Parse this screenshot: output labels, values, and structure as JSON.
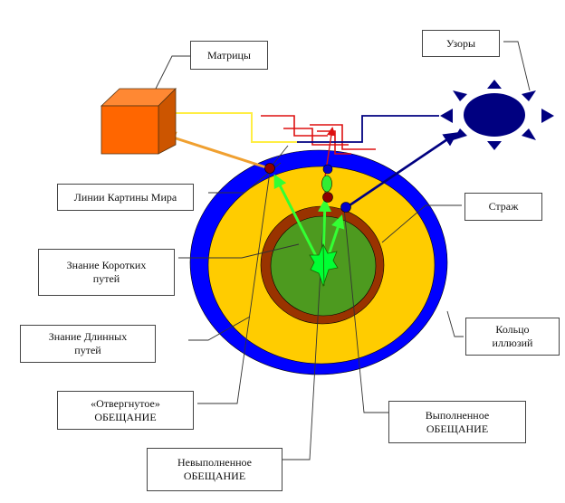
{
  "diagram": {
    "labels": {
      "matrices": {
        "line1": "Матрицы"
      },
      "patterns": {
        "line1": "Узоры"
      },
      "world_picture_lines": {
        "line1": "Линии Картины Мира"
      },
      "guardian": {
        "line1": "Страж"
      },
      "short_paths": {
        "line1": "Знание Коротких",
        "line2": "путей"
      },
      "long_paths": {
        "line1": "Знание Длинных",
        "line2": "путей"
      },
      "illusion_ring": {
        "line1": "Кольцо",
        "line2": "иллюзий"
      },
      "rejected_promise": {
        "line1": "«Отвергнутое»",
        "line2": "ОБЕЩАНИЕ"
      },
      "fulfilled_promise": {
        "line1": "Выполненное",
        "line2": "ОБЕЩАНИЕ"
      },
      "unfulfilled_promise": {
        "line1": "Невыполненное",
        "line2": "ОБЕЩАНИЕ"
      }
    },
    "shapes": {
      "matrices_shape": "cube",
      "patterns_shape": "sun",
      "center_shape": "eight-point-star"
    },
    "colors": {
      "outer_ring": "#0000ff",
      "long_paths_zone": "#ffcc00",
      "guardian_ring": "#993300",
      "short_paths_zone": "#4d9a1f",
      "center_star": "#00ff33",
      "arrows_green": "#33ff33",
      "arrow_orange": "#f0a030",
      "arrow_navy": "#000080",
      "red_lines": "#dd1111",
      "yellow_line": "#ffee44",
      "cube_front": "#ff6600",
      "cube_side": "#cc5500",
      "cube_top": "#ff8833",
      "sun": "#000080",
      "node_dark_red": "#8b0000",
      "node_blue": "#0000cc"
    }
  }
}
